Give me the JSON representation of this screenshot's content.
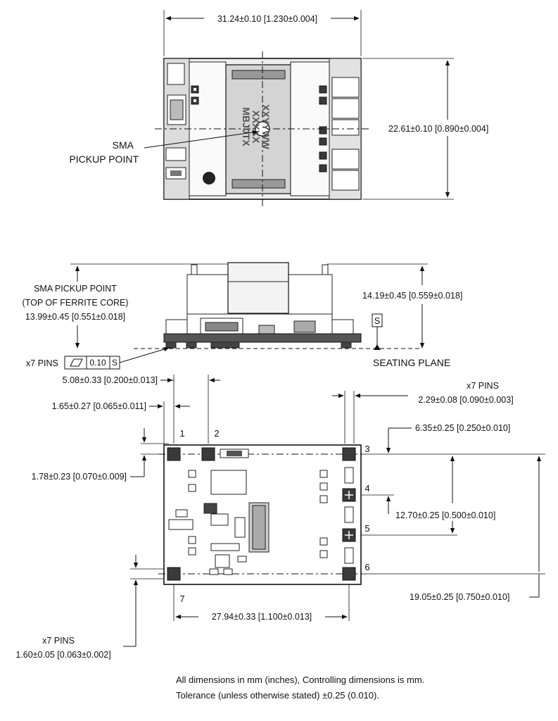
{
  "top_view": {
    "width_dim": "31.24±0.10 [1.230±0.004]",
    "height_dim": "22.61±0.10 [0.890±0.004]",
    "pickup_label_line1": "SMA",
    "pickup_label_line2": "PICKUP POINT",
    "markings": [
      "MBJ0TX",
      "XXXXX",
      "XXYYWW"
    ]
  },
  "side_view": {
    "pickup_title_line1": "SMA PICKUP POINT",
    "pickup_title_line2": "(TOP OF FERRITE CORE)",
    "pickup_dim": "13.99±0.45 [0.551±0.018]",
    "height_dim": "14.19±0.45 [0.559±0.018]",
    "datum": "S",
    "pins_label": "x7 PINS",
    "flatness_value": "0.10",
    "flatness_datum": "S",
    "seating_plane": "SEATING PLANE"
  },
  "bottom_view": {
    "dim_pin_pitch_12": "5.08±0.33 [0.200±0.013]",
    "dim_pin1_offset": "1.65±0.27 [0.065±0.011]",
    "pins_label_top": "x7 PINS",
    "dim_pad_width": "2.29±0.08 [0.090±0.003]",
    "dim_pitch_34": "6.35±0.25 [0.250±0.010]",
    "dim_pad_row": "1.78±0.23 [0.070±0.009]",
    "dim_pitch_35": "12.70±0.25 [0.500±0.010]",
    "dim_pitch_36": "19.05±0.25 [0.750±0.010]",
    "dim_row_span": "27.94±0.33 [1.100±0.013]",
    "pins_label_bottom": "x7 PINS",
    "dim_pad_height": "1.60±0.05 [0.063±0.002]",
    "pin_numbers": [
      "1",
      "2",
      "3",
      "4",
      "5",
      "6",
      "7"
    ]
  },
  "notes": {
    "line1": "All dimensions in mm (inches), Controlling dimensions is mm.",
    "line2": "Tolerance (unless otherwise stated) ±0.25 (0.010)."
  }
}
